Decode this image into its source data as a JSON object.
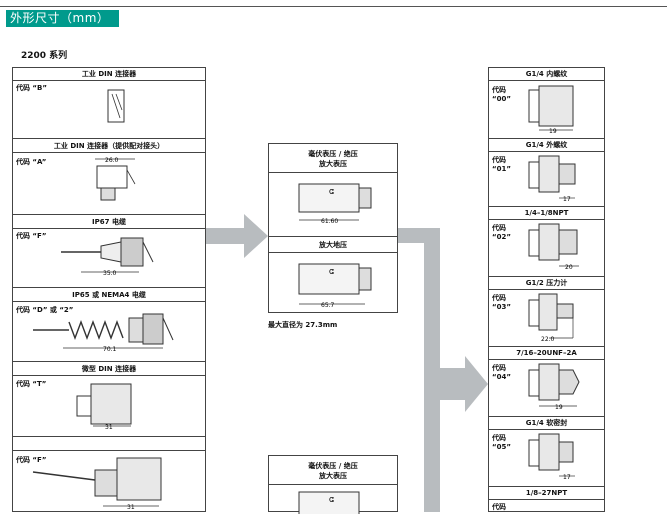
{
  "header": {
    "title": "外形尺寸（mm）"
  },
  "series_label": "2200 系列",
  "left_panel": {
    "sections": [
      {
        "title": "工业 DIN 连接器",
        "code": "代码 “B”",
        "dim": ""
      },
      {
        "title": "工业 DIN 连接器（提供配对接头）",
        "code": "代码 “A”",
        "dim": "26.0"
      },
      {
        "title": "IP67 电缆",
        "code": "代码 “F”",
        "dim": "35.0"
      },
      {
        "title": "IP65 或 NEMA4 电缆",
        "code": "代码 “D” 或 “2”",
        "dim": "70.1"
      },
      {
        "title": "微型 DIN 连接器",
        "code": "代码 “T”",
        "dim": "31"
      },
      {
        "title": "",
        "code": "代码 “F”",
        "dim": "31"
      }
    ]
  },
  "middle_panel": {
    "top": {
      "title_line1": "毫伏表压 / 绝压",
      "title_line2": "放大表压",
      "dim": "61.60"
    },
    "second": {
      "title": "放大地压",
      "dim": "65.7"
    },
    "note": "最大直径为 27.3mm",
    "bottom": {
      "title_line1": "毫伏表压 / 绝压",
      "title_line2": "放大表压"
    }
  },
  "right_panel": {
    "sections": [
      {
        "title": "G1/4 内螺纹",
        "code": "代码\n“00”",
        "dim": "19"
      },
      {
        "title": "G1/4 外螺纹",
        "code": "代码\n“01”",
        "dim": "17"
      },
      {
        "title": "1/4–1/8NPT",
        "code": "代码\n“02”",
        "dim": "20"
      },
      {
        "title": "G1/2 压力计",
        "code": "代码\n“03”",
        "dim": "22.0"
      },
      {
        "title": "7/16–20UNF–2A",
        "code": "代码\n“04”",
        "dim": "19"
      },
      {
        "title": "G1/4 软密封",
        "code": "代码\n“05”",
        "dim": "17"
      },
      {
        "title": "1/8–27NPT",
        "code": "代码",
        "dim": ""
      }
    ]
  },
  "colors": {
    "banner": "#009a8c",
    "arrow": "#b8bcbf"
  }
}
